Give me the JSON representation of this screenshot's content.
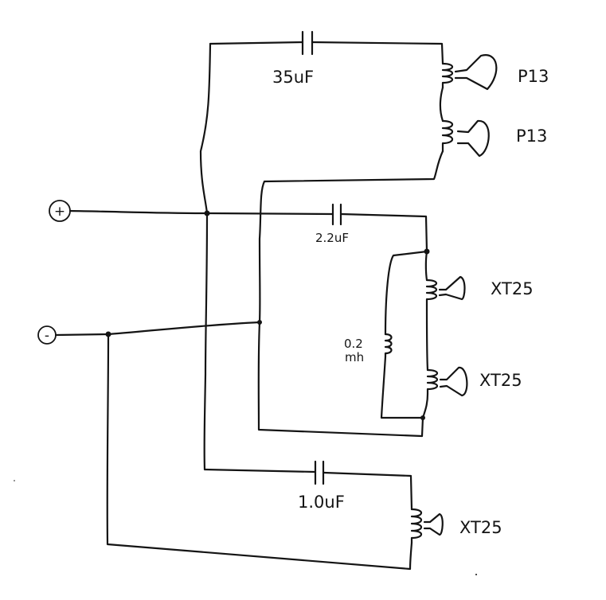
{
  "terminals": {
    "positive": {
      "symbol": "+"
    },
    "negative": {
      "symbol": "-"
    }
  },
  "components": {
    "cap_top": {
      "value": "35uF"
    },
    "cap_mid": {
      "value": "2.2uF"
    },
    "cap_bottom": {
      "value": "1.0uF"
    },
    "inductor": {
      "value_line1": "0.2",
      "value_line2": "mh"
    }
  },
  "drivers": {
    "woofer_1": {
      "label": "P13"
    },
    "woofer_2": {
      "label": "P13"
    },
    "tweeter_1": {
      "label": "XT25"
    },
    "tweeter_2": {
      "label": "XT25"
    },
    "tweeter_3": {
      "label": "XT25"
    }
  },
  "colors": {
    "ink": "#141414",
    "paper": "#ffffff"
  }
}
